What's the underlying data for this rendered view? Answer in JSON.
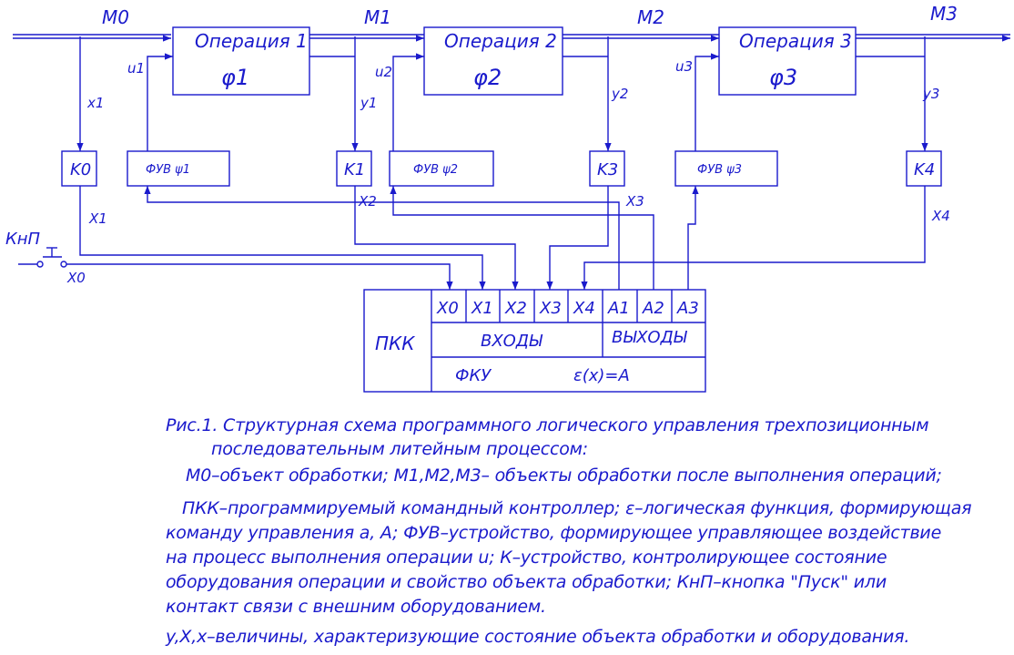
{
  "colors": {
    "line": "#1a1acc",
    "text": "#1a1acc",
    "background": "#ffffff"
  },
  "flows": {
    "m0": "M0",
    "m1": "M1",
    "m2": "M2",
    "m3": "M3"
  },
  "operations": [
    {
      "title": "Операция 1",
      "func": "φ1"
    },
    {
      "title": "Операция 2",
      "func": "φ2"
    },
    {
      "title": "Операция 3",
      "func": "φ3"
    }
  ],
  "fuv": [
    "ФУВ ψ1",
    "ФУВ ψ2",
    "ФУВ ψ3"
  ],
  "sensors": [
    "K0",
    "K1",
    "K3",
    "K4"
  ],
  "signals": {
    "x1": "x1",
    "u1": "u1",
    "y1": "y1",
    "u2": "u2",
    "y2": "y2",
    "u3": "u3",
    "y3": "y3",
    "X1": "X1",
    "X2": "X2",
    "X3": "X3",
    "X4": "X4",
    "X0": "X0"
  },
  "start_button": "КнП",
  "pkk": {
    "name": "ПКК",
    "inputs": [
      "X0",
      "X1",
      "X2",
      "X3",
      "X4"
    ],
    "outputs": [
      "A1",
      "A2",
      "A3"
    ],
    "inputs_label": "ВХОДЫ",
    "outputs_label": "ВЫХОДЫ",
    "fku_label": "ФКУ",
    "formula": "ε(x)=A"
  },
  "caption": {
    "line1": "Рис.1. Структурная схема программного логического управления трехпозиционным",
    "line2": "последовательным литейным процессом:",
    "line3": "М0–объект обработки; М1,М2,М3– объекты обработки после выполнения операций;",
    "line4": "ПКК–программируемый командный контроллер; ε–логическая функция, формирующая",
    "line5": "команду управления a, A; ФУВ–устройство, формирующее управляющее воздействие",
    "line6": "на процесс выполнения операции u; К–устройство, контролирующее состояние",
    "line7": "оборудования операции и свойство объекта обработки; КнП–кнопка \"Пуск\" или",
    "line8": "контакт связи с внешним оборудованием.",
    "line9": "y,X,x–величины, характеризующие состояние объекта обработки и оборудования."
  }
}
